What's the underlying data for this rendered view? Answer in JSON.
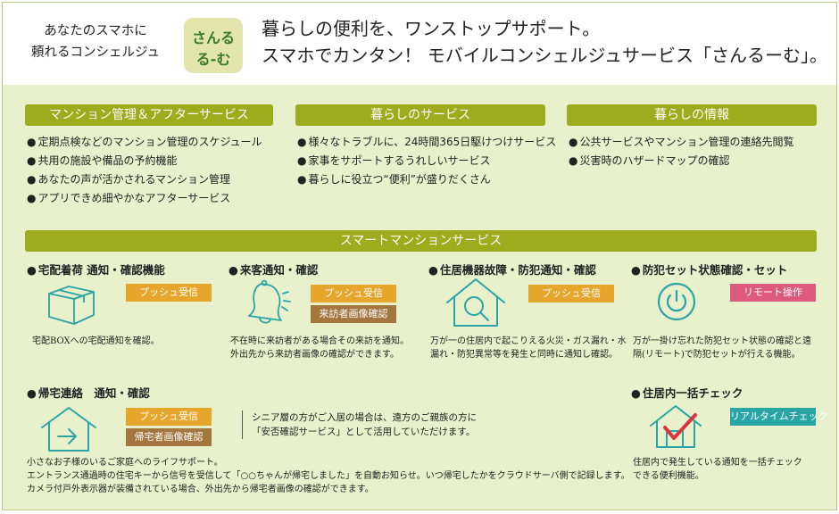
{
  "header": {
    "tagline_line1": "あなたのスマホに",
    "tagline_line2": "頼れるコンシェルジュ",
    "logo_line1": "さんる",
    "logo_line2": "る-む",
    "headline_line1": "暮らしの便利を、ワンストップサポート。",
    "headline_line2": "スマホでカンタン！ モバイルコンシェルジュサービス「さんるーむ」。"
  },
  "sections": [
    {
      "title": "マンション管理＆アフターサービス",
      "items": [
        "定期点検などのマンション管理のスケジュール",
        "共用の施設や備品の予約機能",
        "あなたの声が活かされるマンション管理",
        "アプリできめ細やかなアフターサービス"
      ]
    },
    {
      "title": "暮らしのサービス",
      "items": [
        "様々なトラブルに、24時間365日駆けつけサービス",
        "家事をサポートするうれしいサービス",
        "暮らしに役立つ“便利”が盛りだくさん"
      ]
    },
    {
      "title": "暮らしの情報",
      "items": [
        "公共サービスやマンション管理の連絡先閲覧",
        "災害時のハザードマップの確認"
      ]
    }
  ],
  "smart": {
    "title": "スマートマンションサービス",
    "features": [
      {
        "title": "宅配着荷 通知・確認機能",
        "badges": [
          "プッシュ受信"
        ],
        "desc": [
          "宅配BOXへの宅配通知を確認。"
        ],
        "icon": "package-box-icon"
      },
      {
        "title": "来客通知・確認",
        "badges": [
          "プッシュ受信",
          "来訪者画像確認"
        ],
        "desc": [
          "不在時に来訪者がある場合その来訪を通知。",
          "外出先から来訪者画像の確認ができます。"
        ],
        "icon": "bell-icon"
      },
      {
        "title": "住居機器故障・防犯通知・確認",
        "badges": [
          "プッシュ受信"
        ],
        "desc": [
          "万が一の住居内で起こりえる火災・ガス漏れ・水",
          "漏れ・防犯異常等を発生と同時に通知し確認。"
        ],
        "icon": "house-search-icon"
      },
      {
        "title": "防犯セット状態確認・セット",
        "badges": [
          "リモート操作"
        ],
        "desc": [
          "万が一掛け忘れた防犯セット状態の確認と遠",
          "隔(リモート)で防犯セットが行える機能。"
        ],
        "icon": "power-button-icon"
      },
      {
        "title": "帰宅連絡　通知・確認",
        "badges": [
          "プッシュ受信",
          "帰宅者画像確認"
        ],
        "desc": [
          "小さなお子様のいるご家庭へのライフサポート。",
          "エントランス通過時の住宅キーから信号を受信して「○○ちゃんが帰宅しました」を自動お知らせ。いつ帰宅したかをクラウドサーバ側で記録します。",
          "カメラ付戸外表示器が装備されている場合、外出先から帰宅者画像の確認ができます。"
        ],
        "note": [
          "シニア層の方がご入居の場合は、遠方のご親族の方に",
          "「安否確認サービス」として活用していただけます。"
        ],
        "icon": "house-arrow-icon"
      },
      {
        "title": "住居内一括チェック",
        "badges": [
          "リアルタイムチェック"
        ],
        "desc": [
          "住居内で発生している通知を一括チェック",
          "できる便利機能。"
        ],
        "icon": "house-check-icon"
      }
    ]
  },
  "colors": {
    "bg": "#e8f0cc",
    "bar": "#9dab1c",
    "push": "#e6a62b",
    "brown": "#a3763e",
    "pink": "#dc5a7a",
    "teal": "#2aa5a5",
    "icon": "#2aa5a5"
  }
}
